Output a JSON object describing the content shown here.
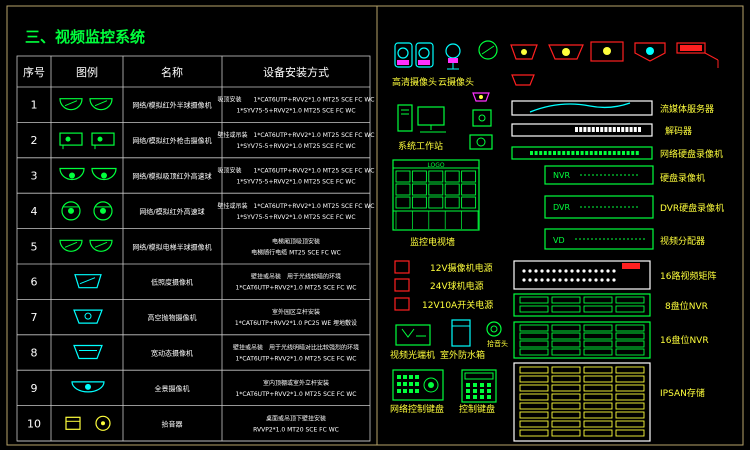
{
  "title": "三、视频监控系统",
  "table": {
    "headers": [
      "序号",
      "图例",
      "名称",
      "设备安装方式"
    ],
    "rows": [
      {
        "no": "1",
        "name": "网络/模拟红外半球摄像机",
        "install": [
          "吸顶安装　　1*CAT6UTP+RVV2*1.0 MT25 SCE FC WC",
          "1*SYV75-5+RVV2*1.0 MT25 SCE FC WC"
        ]
      },
      {
        "no": "2",
        "name": "网络/模拟红外枪击摄像机",
        "install": [
          "壁挂或吊装　1*CAT6UTP+RVV2*1.0 MT25 SCE FC WC",
          "1*SYV75-5+RVV2*1.0 MT25 SCE FC WC"
        ]
      },
      {
        "no": "3",
        "name": "网络/模拟吸顶红外高速球",
        "install": [
          "吸顶安装　　1*CAT6UTP+RVV2*1.0 MT25 SCE FC WC",
          "1*SYV75-5+RVV2*1.0 MT25 SCE FC WC"
        ]
      },
      {
        "no": "4",
        "name": "网络/模拟红外高速球",
        "install": [
          "壁挂或吊装　1*CAT6UTP+RVV2*1.0 MT25 SCE FC WC",
          "1*SYV75-5+RVV2*1.0 MT25 SCE FC WC"
        ]
      },
      {
        "no": "5",
        "name": "网络/模拟电梯半球摄像机",
        "install": [
          "电梯厢顶吸顶安装",
          "电梯随行电缆 MT25 SCE FC WC"
        ]
      },
      {
        "no": "6",
        "name": "低照度摄像机",
        "install": [
          "壁挂或吊装　用于光线较暗的环境",
          "1*CAT6UTP+RVV2*1.0 MT25 SCE FC WC"
        ]
      },
      {
        "no": "7",
        "name": "高空抛物摄像机",
        "install": [
          "室外园区立杆安装",
          "1*CAT6UTP+RVV2*1.0 PC25 WE 埋地敷设"
        ]
      },
      {
        "no": "8",
        "name": "宽动态摄像机",
        "install": [
          "壁挂或吊装　用于光线明暗对比比较强烈的环境",
          "1*CAT6UTP+RVV2*1.0 MT25 SCE FC WC"
        ]
      },
      {
        "no": "9",
        "name": "全景摄像机",
        "install": [
          "室内顶棚或室外立杆安装",
          "1*CAT6UTP+RVV2*1.0 MT25 SCE FC WC"
        ]
      },
      {
        "no": "10",
        "name": "拾音器",
        "install": [
          "桌面或吊顶下壁挂安装",
          "RVVP2*1.0 MT20 SCE FC WC"
        ]
      }
    ]
  },
  "devices": {
    "hd_camera": "高清摄像头",
    "ptz_camera": "云摄像头",
    "workstation": "系统工作站",
    "tv_wall": "监控电视墙",
    "tv_wall_header": "LOGO",
    "streaming_server": "流媒体服务器",
    "decoder": "解码器",
    "nvr": "网络硬盘录像机",
    "hdd_recorder": "硬盘录像机",
    "dvr": "DVR硬盘录像机",
    "video_splitter": "视频分配器",
    "psu_12v": "12V摄像机电源",
    "psu_24v": "24V球机电源",
    "psu_switch": "12V10A开关电源",
    "matrix": "16路视频矩阵",
    "nvr8": "8盘位NVR",
    "nvr16": "16盘位NVR",
    "fiber": "视频光端机",
    "outdoor_box": "室外防水箱",
    "pickup": "拾音头",
    "net_keyboard": "网络控制键盘",
    "ctrl_keyboard": "控制键盘",
    "ipsan": "IPSAN存储",
    "nvr_tag": "NVR",
    "dvr_tag": "DVR",
    "vd_tag": "VD"
  },
  "colors": {
    "frame": "#b8a46a",
    "grid": "#c8c8c8",
    "green": "#00ff3c",
    "cyan": "#00ffff",
    "yellow": "#ffff3c",
    "red": "#ff2020",
    "magenta": "#ff30ff",
    "text": "#ffffff"
  }
}
